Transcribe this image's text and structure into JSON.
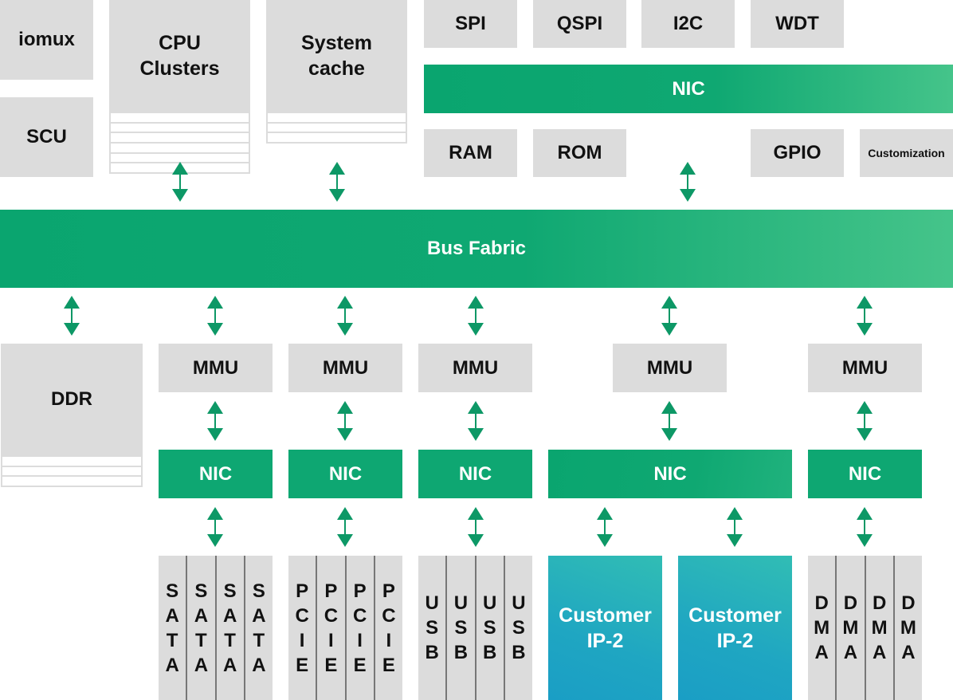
{
  "diagram_title": "SoC Architecture Block Diagram",
  "colors": {
    "block_gray": "#dcdcdc",
    "interconnect_green": "#0ea772",
    "customer_ip_cyan": "#1fa6c2",
    "arrow_green": "#0d9866"
  },
  "top_left": {
    "iomux": "iomux",
    "scu": "SCU",
    "cpu_clusters": "CPU\nClusters",
    "cpu_line1": "CPU",
    "cpu_line2": "Clusters",
    "system_cache_line1": "System",
    "system_cache_line2": "cache"
  },
  "peripherals": {
    "top_row": [
      "SPI",
      "QSPI",
      "I2C",
      "WDT"
    ],
    "nic": "NIC",
    "bottom_row": [
      "RAM",
      "ROM",
      "GPIO",
      "Customization"
    ]
  },
  "bus_fabric": "Bus Fabric",
  "memory": {
    "ddr": "DDR"
  },
  "mmu_label": "MMU",
  "nic_label": "NIC",
  "io_groups": [
    {
      "name": "SATA",
      "lanes": [
        "SATA",
        "SATA",
        "SATA",
        "SATA"
      ]
    },
    {
      "name": "PCIE",
      "lanes": [
        "PCIE",
        "PCIE",
        "PCIE",
        "PCIE"
      ]
    },
    {
      "name": "USB",
      "lanes": [
        "USB",
        "USB",
        "USB",
        "USB"
      ]
    },
    {
      "name": "DMA",
      "lanes": [
        "DMA",
        "DMA",
        "DMA",
        "DMA"
      ]
    }
  ],
  "customer_ips": [
    {
      "line1": "Customer",
      "line2": "IP-2"
    },
    {
      "line1": "Customer",
      "line2": "IP-2"
    }
  ]
}
